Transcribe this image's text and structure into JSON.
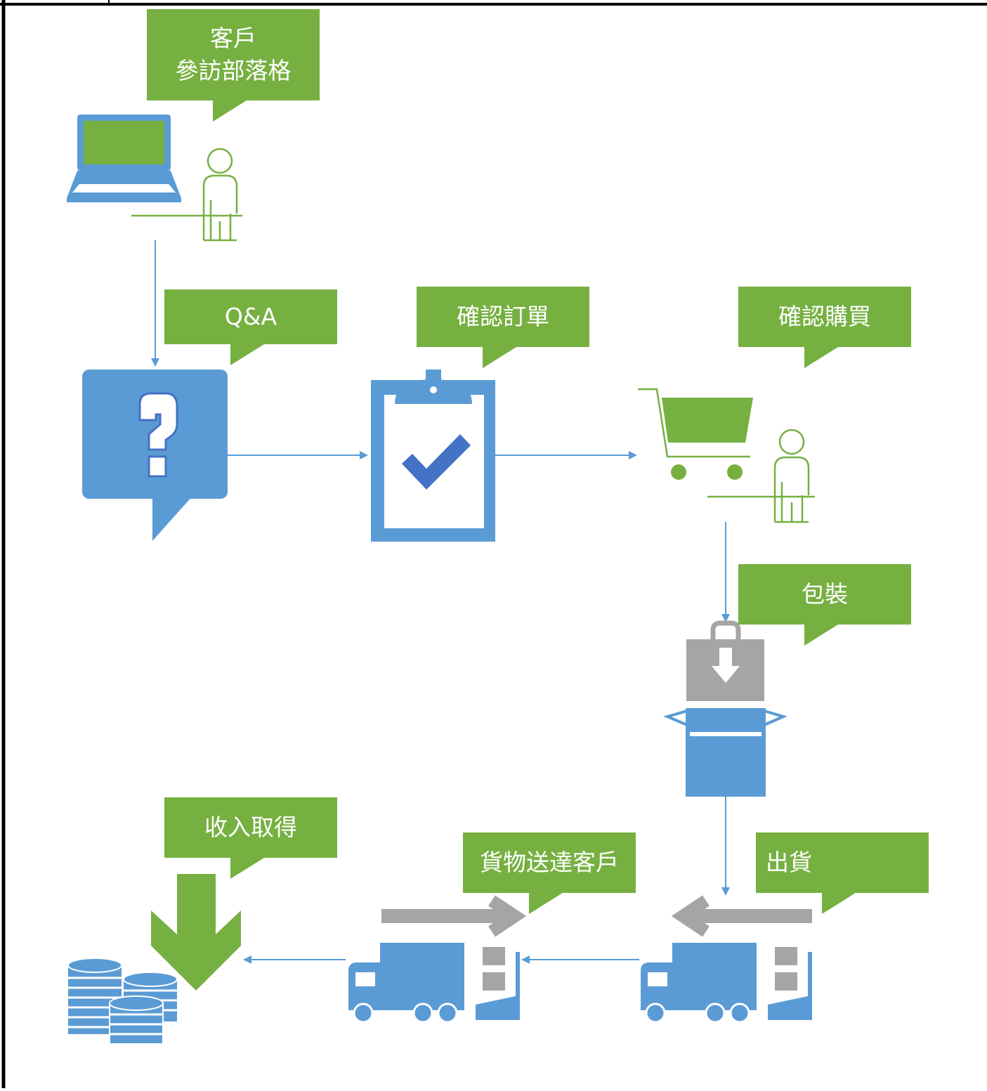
{
  "colors": {
    "green": "#76b041",
    "blue": "#5b9bd5",
    "dark_blue": "#4472c4",
    "gray": "#a5a5a5",
    "border": "#000000"
  },
  "labels": {
    "visit_blog": [
      "客戶",
      "參訪部落格"
    ],
    "qa": "Q&A",
    "confirm_order": "確認訂單",
    "confirm_purchase": "確認購買",
    "packing": "包裝",
    "shipping": "出貨",
    "delivery": "貨物送達客戶",
    "revenue": "收入取得"
  },
  "icons": {
    "laptop": "laptop-icon",
    "customer": "person-icon",
    "question": "question-speech-bubble-icon",
    "clipboard": "clipboard-check-icon",
    "cart": "shopping-cart-icon",
    "package": "box-download-icon",
    "truck": "delivery-truck-icon",
    "arrow_left": "left-arrow-icon",
    "arrow_right": "right-arrow-icon",
    "money": "coin-stack-icon",
    "arrow_down": "down-arrow-icon"
  }
}
